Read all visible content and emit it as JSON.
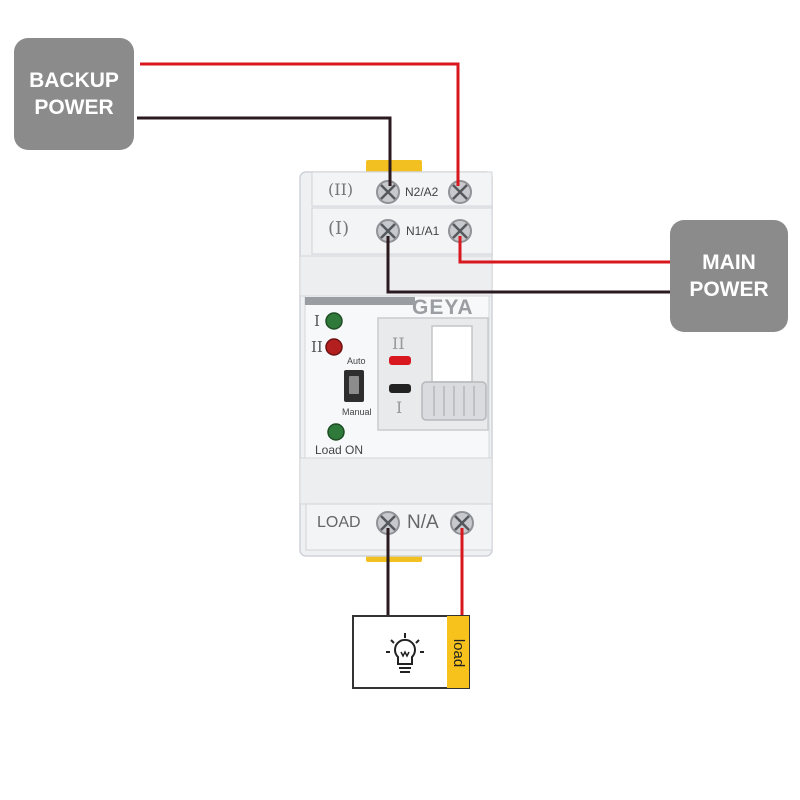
{
  "backup_power": {
    "line1": "BACKUP",
    "line2": "POWER"
  },
  "main_power": {
    "line1": "MAIN",
    "line2": "POWER"
  },
  "device": {
    "brand": "GEYA",
    "terminal_top_roman": "(II)",
    "terminal_top_label": "N2/A2",
    "terminal_mid_roman": "(I)",
    "terminal_mid_label": "N1/A1",
    "indicator_1": "I",
    "indicator_2": "II",
    "switch_top": "Auto",
    "switch_bottom": "Manual",
    "load_on": "Load ON",
    "handle_top": "II",
    "handle_bottom": "I",
    "bottom_left_label": "LOAD",
    "bottom_right_label": "N/A"
  },
  "load": {
    "label": "load",
    "icon": "lightbulb-icon"
  },
  "colors": {
    "live_wire": "#d8171e",
    "neutral_wire": "#2a1a1f",
    "label_box": "#8b8b8b",
    "load_tag": "#f6c21b",
    "indicator_green": "#2f7a3a",
    "indicator_red": "#b31e1e"
  }
}
